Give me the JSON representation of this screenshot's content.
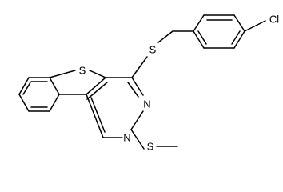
{
  "molecule": {
    "atoms": {
      "s_ring": "S",
      "s_thioether": "S",
      "s_methylthio": "S",
      "n_upper": "N",
      "n_lower": "N",
      "cl": "Cl"
    },
    "colors": {
      "bond": "#000000",
      "label": "#000000",
      "background": "#ffffff"
    }
  }
}
